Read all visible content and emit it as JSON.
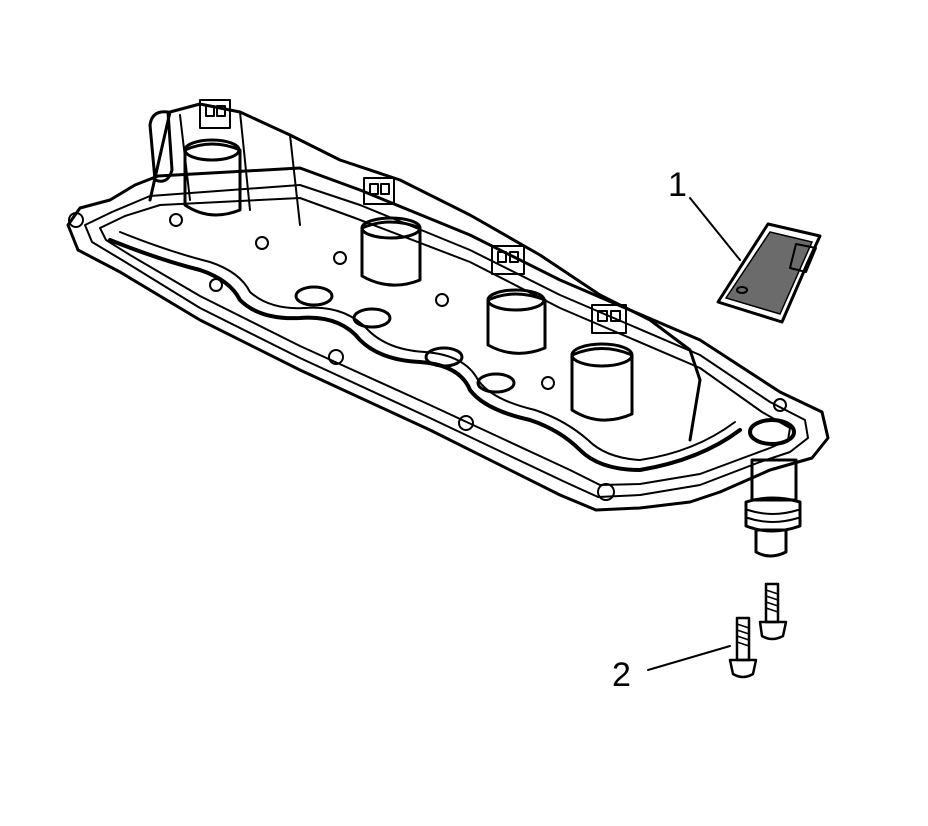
{
  "callouts": [
    {
      "id": "1",
      "label": "1"
    },
    {
      "id": "2",
      "label": "2"
    }
  ],
  "colors": {
    "line": "#000000",
    "background": "#ffffff",
    "filter_mesh": "#6b6b6b"
  },
  "icons": [
    "valve-body-housing",
    "filter-plate",
    "connector-fitting",
    "bolt-icon"
  ]
}
